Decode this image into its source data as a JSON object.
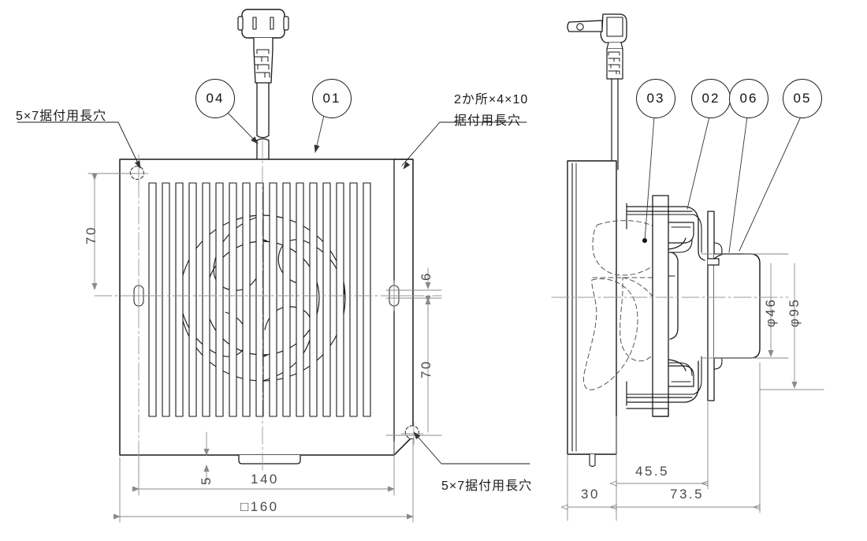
{
  "drawing": {
    "title": "Ventilation fan assembly drawing",
    "line_color": "#1a1a1a",
    "dim_color": "#8a8a8a",
    "text_color": "#3a3a3a"
  },
  "callouts": [
    {
      "id": "c04",
      "label": "04",
      "view": "front"
    },
    {
      "id": "c01",
      "label": "01",
      "view": "front"
    },
    {
      "id": "c03",
      "label": "03",
      "view": "side"
    },
    {
      "id": "c02",
      "label": "02",
      "view": "side"
    },
    {
      "id": "c06",
      "label": "06",
      "view": "side"
    },
    {
      "id": "c05",
      "label": "05",
      "view": "side"
    }
  ],
  "notes": [
    {
      "id": "n1",
      "text": "5×7据付用長穴"
    },
    {
      "id": "n2",
      "text": "2か所×4×10"
    },
    {
      "id": "n3",
      "text": "据付用長穴"
    },
    {
      "id": "n4",
      "text": "5×7据付用長穴"
    }
  ],
  "dimensions": {
    "front": {
      "left_top_70": "70",
      "right_6": "6",
      "right_70": "70",
      "bottom_5": "5",
      "bottom_140": "140",
      "bottom_160": "□160"
    },
    "side": {
      "dia_46": "φ46",
      "dia_95": "φ95",
      "depth_30": "30",
      "depth_45_5": "45.5",
      "depth_73_5": "73.5"
    }
  }
}
